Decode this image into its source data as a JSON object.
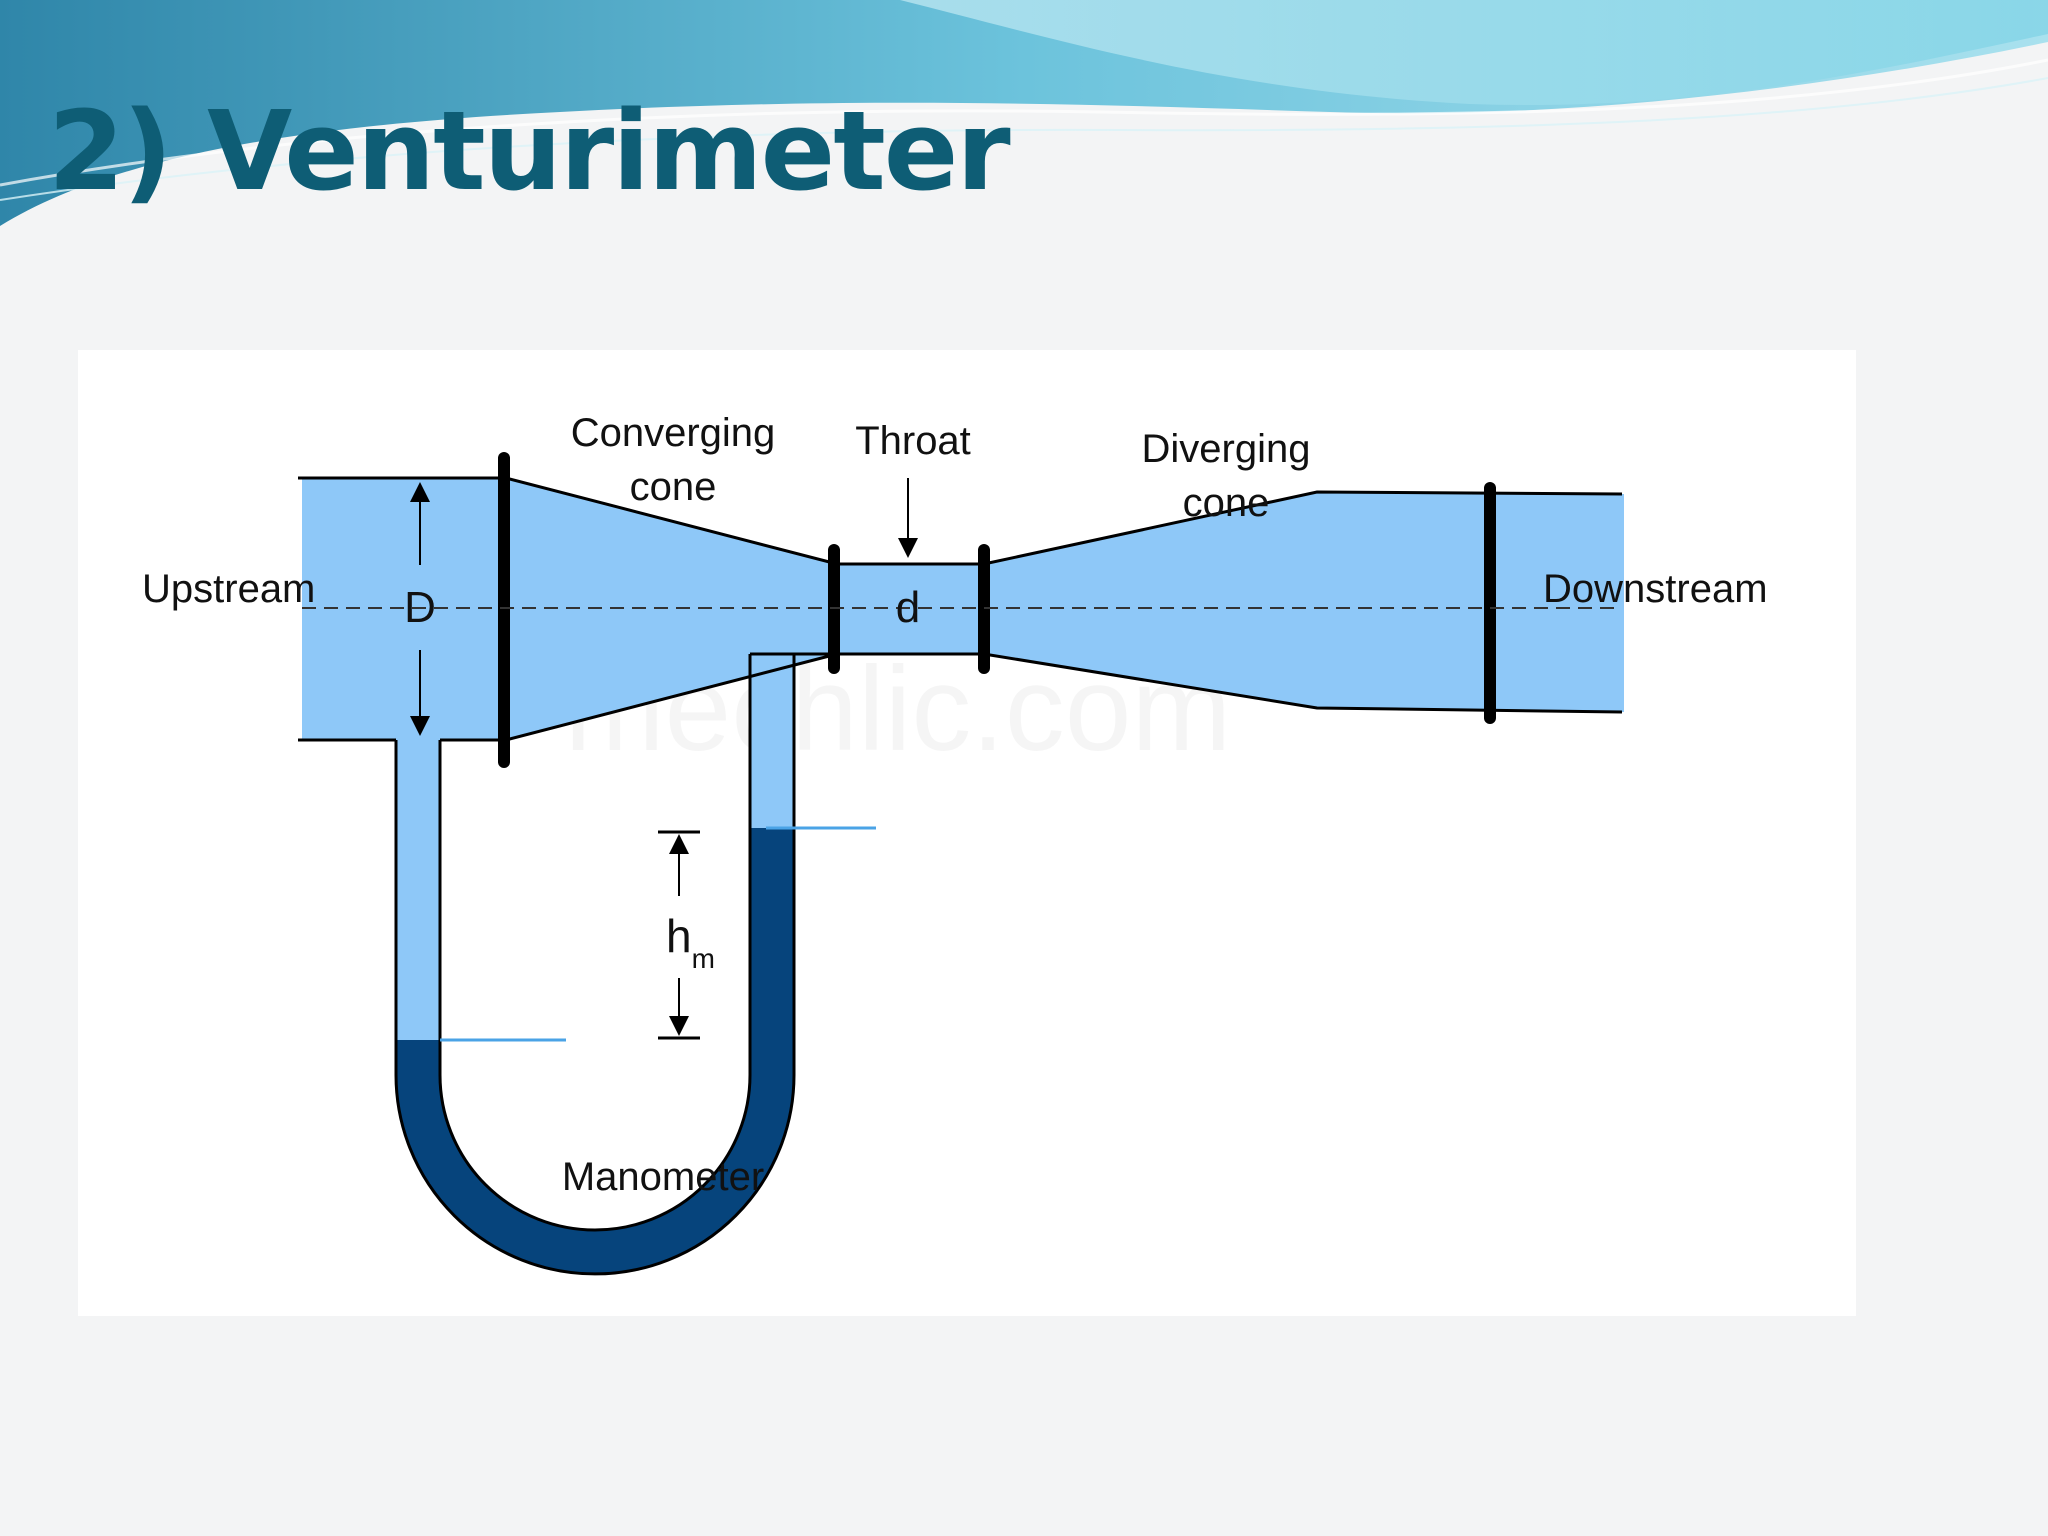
{
  "slide": {
    "title": "2) Venturimeter"
  },
  "diagram": {
    "labels": {
      "converging_cone_line1": "Converging",
      "converging_cone_line2": "cone",
      "throat": "Throat",
      "diverging_cone_line1": "Diverging",
      "diverging_cone_line2": "cone",
      "upstream": "Upstream",
      "downstream": "Downstream",
      "inlet_diameter": "D",
      "throat_diameter": "d",
      "head_symbol": "h",
      "head_subscript": "m",
      "manometer": "Manometer"
    },
    "watermark": "mechlic.com",
    "colors": {
      "fluid": "#8ec8f8",
      "manometer_liquid": "#06447c",
      "outline": "#000000",
      "title": "#0e5d75"
    }
  }
}
